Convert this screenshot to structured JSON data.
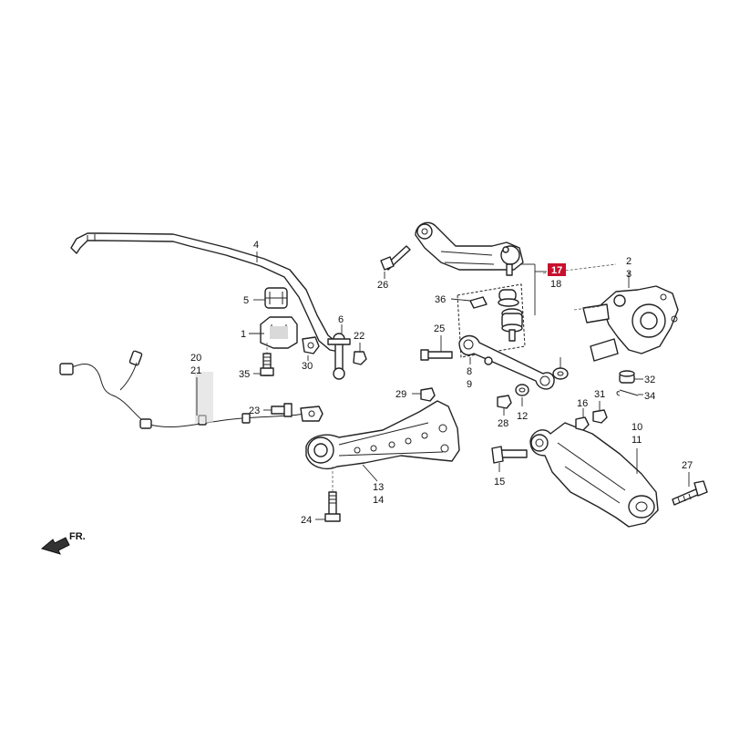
{
  "diagram": {
    "callouts": {
      "c1": "1",
      "c2": "2",
      "c3": "3",
      "c4": "4",
      "c5": "5",
      "c6": "6",
      "c8": "8",
      "c9": "9",
      "c10": "10",
      "c11": "11",
      "c12": "12",
      "c13": "13",
      "c14": "14",
      "c15": "15",
      "c16": "16",
      "c17": "17",
      "c18": "18",
      "c20": "20",
      "c21": "21",
      "c22": "22",
      "c23": "23",
      "c24": "24",
      "c25": "25",
      "c26": "26",
      "c27": "27",
      "c28": "28",
      "c29": "29",
      "c30": "30",
      "c31": "31",
      "c32": "32",
      "c34": "34",
      "c35": "35",
      "c36": "36"
    },
    "highlight_color": "#c8102e",
    "front_indicator": "FR."
  }
}
